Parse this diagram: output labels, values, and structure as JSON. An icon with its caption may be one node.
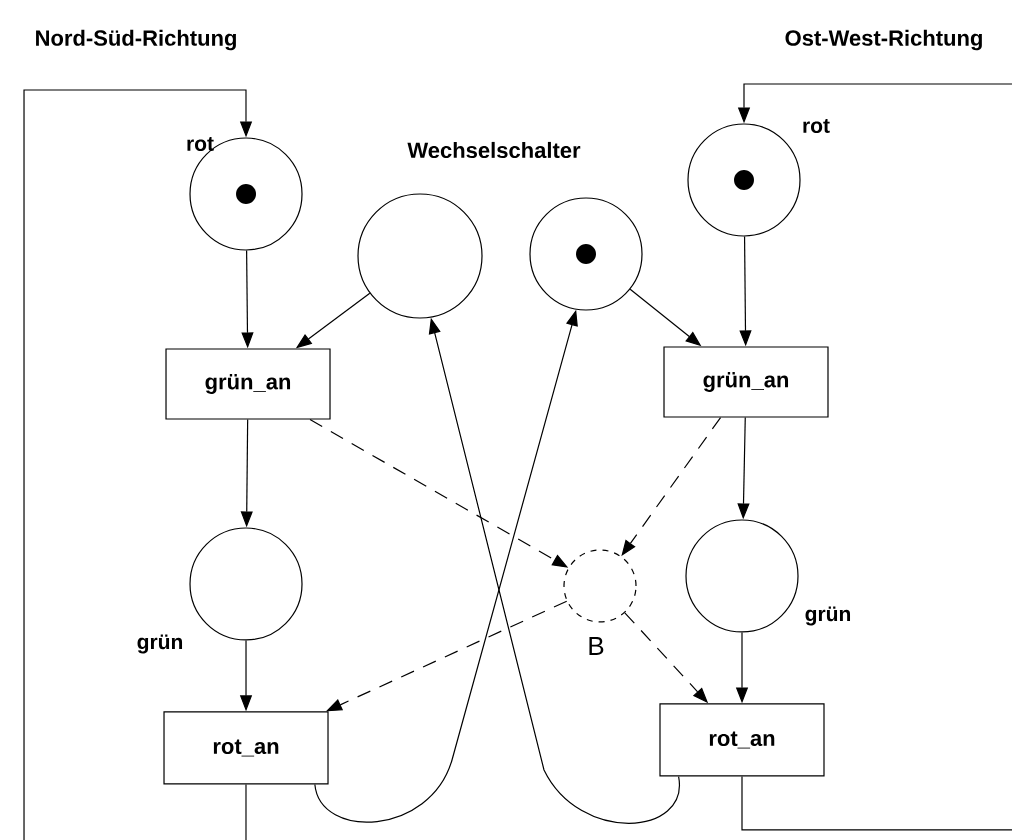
{
  "diagram": {
    "nodes": [
      {
        "text": [],
        "shape": "circle",
        "beside": [
          "rot"
        ]
      },
      {
        "text": [],
        "shape": "circle"
      },
      {
        "text": [],
        "shape": "circle"
      },
      {
        "text": [],
        "shape": "circle",
        "beside": [
          "rot"
        ]
      },
      {
        "text": [
          "grün_an"
        ]
      },
      {
        "text": [
          "grün_an"
        ]
      },
      {
        "text": [],
        "shape": "circle",
        "beside": [
          "grün"
        ]
      },
      {
        "text": [],
        "shape": "circle",
        "beside": [
          "B"
        ]
      },
      {
        "text": [],
        "shape": "circle",
        "beside": [
          "grün"
        ]
      },
      {
        "text": [
          "rot_an"
        ]
      },
      {
        "text": [
          "rot_an"
        ]
      }
    ],
    "edges": [
      {
        "from": 0,
        "to": 4,
        "arrow": "to"
      },
      {
        "from": 1,
        "to": 4,
        "arrow": "to"
      },
      {
        "from": 4,
        "to": 6,
        "arrow": "to"
      },
      {
        "from": 6,
        "to": 9,
        "arrow": "to"
      },
      {
        "from": 3,
        "to": 5,
        "arrow": "to"
      },
      {
        "from": 2,
        "to": 5,
        "arrow": "to"
      },
      {
        "from": 5,
        "to": 8,
        "arrow": "to"
      },
      {
        "from": 8,
        "to": 10,
        "arrow": "to"
      },
      {
        "from": 9,
        "to": 2,
        "arrow": "to"
      },
      {
        "from": 10,
        "to": 1,
        "arrow": "to"
      },
      {
        "from": 9,
        "to": 0,
        "arrow": "to"
      },
      {
        "from": 10,
        "to": 3,
        "arrow": "to"
      },
      {
        "from": 4,
        "to": 7,
        "arrow": "to",
        "style": "dashed"
      },
      {
        "from": 5,
        "to": 7,
        "arrow": "to",
        "style": "dashed"
      },
      {
        "from": 7,
        "to": 9,
        "arrow": "to",
        "style": "dashed"
      },
      {
        "from": 7,
        "to": 10,
        "arrow": "to",
        "style": "dashed"
      }
    ],
    "labels": [
      "Nord-Süd-Richtung",
      "Ost-West-Richtung",
      "Wechselschalter"
    ]
  }
}
